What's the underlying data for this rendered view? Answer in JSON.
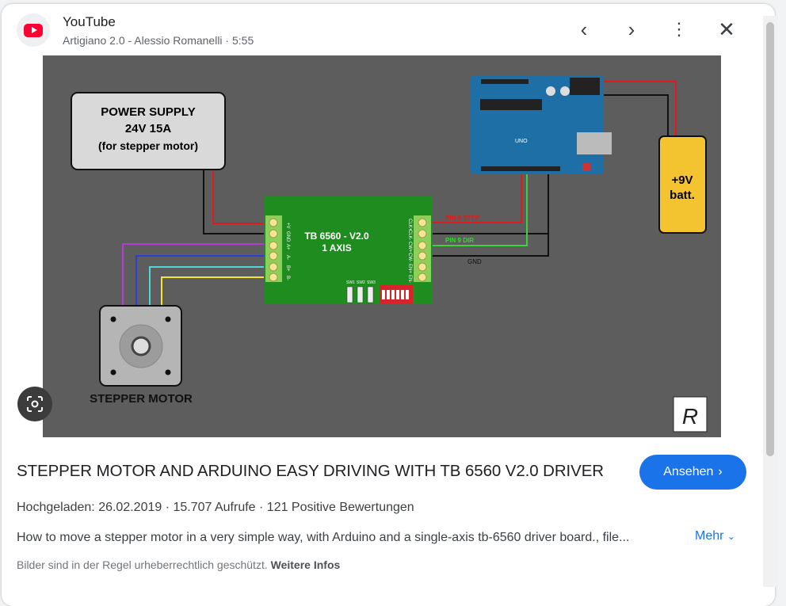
{
  "header": {
    "source": "YouTube",
    "subtitle": "Artigiano 2.0 - Alessio Romanelli · 5:55",
    "icons": [
      "youtube-logo",
      "chevron-left",
      "chevron-right",
      "more-vert",
      "close"
    ]
  },
  "image": {
    "power_supply": [
      "POWER SUPPLY",
      "24V 15A",
      "(for stepper motor)"
    ],
    "driver": [
      "TB 6560 - V2.0",
      "1 AXIS"
    ],
    "left_pins": [
      "+V",
      "GND",
      "A+",
      "A-",
      "B+",
      "B-"
    ],
    "right_pins": [
      "CLK+",
      "CLK-",
      "CW+",
      "CW-",
      "EN+",
      "EN-"
    ],
    "switches": [
      "SW1",
      "SW2",
      "SW3"
    ],
    "wires": {
      "step": "PIN 8 STEP",
      "dir": "PIN 9 DIR",
      "gnd": "GND"
    },
    "battery": [
      "+9V",
      "batt."
    ],
    "motor": "STEPPER MOTOR",
    "arduino": "UNO",
    "colors": {
      "background": "#5d5d5d",
      "board": "#1e8c1e",
      "arduino": "#1d6fa5",
      "battery": "#f4c430"
    }
  },
  "result": {
    "title": "STEPPER MOTOR AND ARDUINO EASY DRIVING WITH TB 6560 V2.0 DRIVER",
    "watch_label": "Ansehen",
    "meta": "Hochgeladen: 26.02.2019 · 15.707 Aufrufe · 121 Positive Bewertungen",
    "description": "How to move a stepper motor in a very simple way, with Arduino and a single-axis tb-6560 driver board., file...",
    "more_label": "Mehr",
    "copyright": "Bilder sind in der Regel urheberrechtlich geschützt.",
    "more_info": "Weitere Infos"
  }
}
